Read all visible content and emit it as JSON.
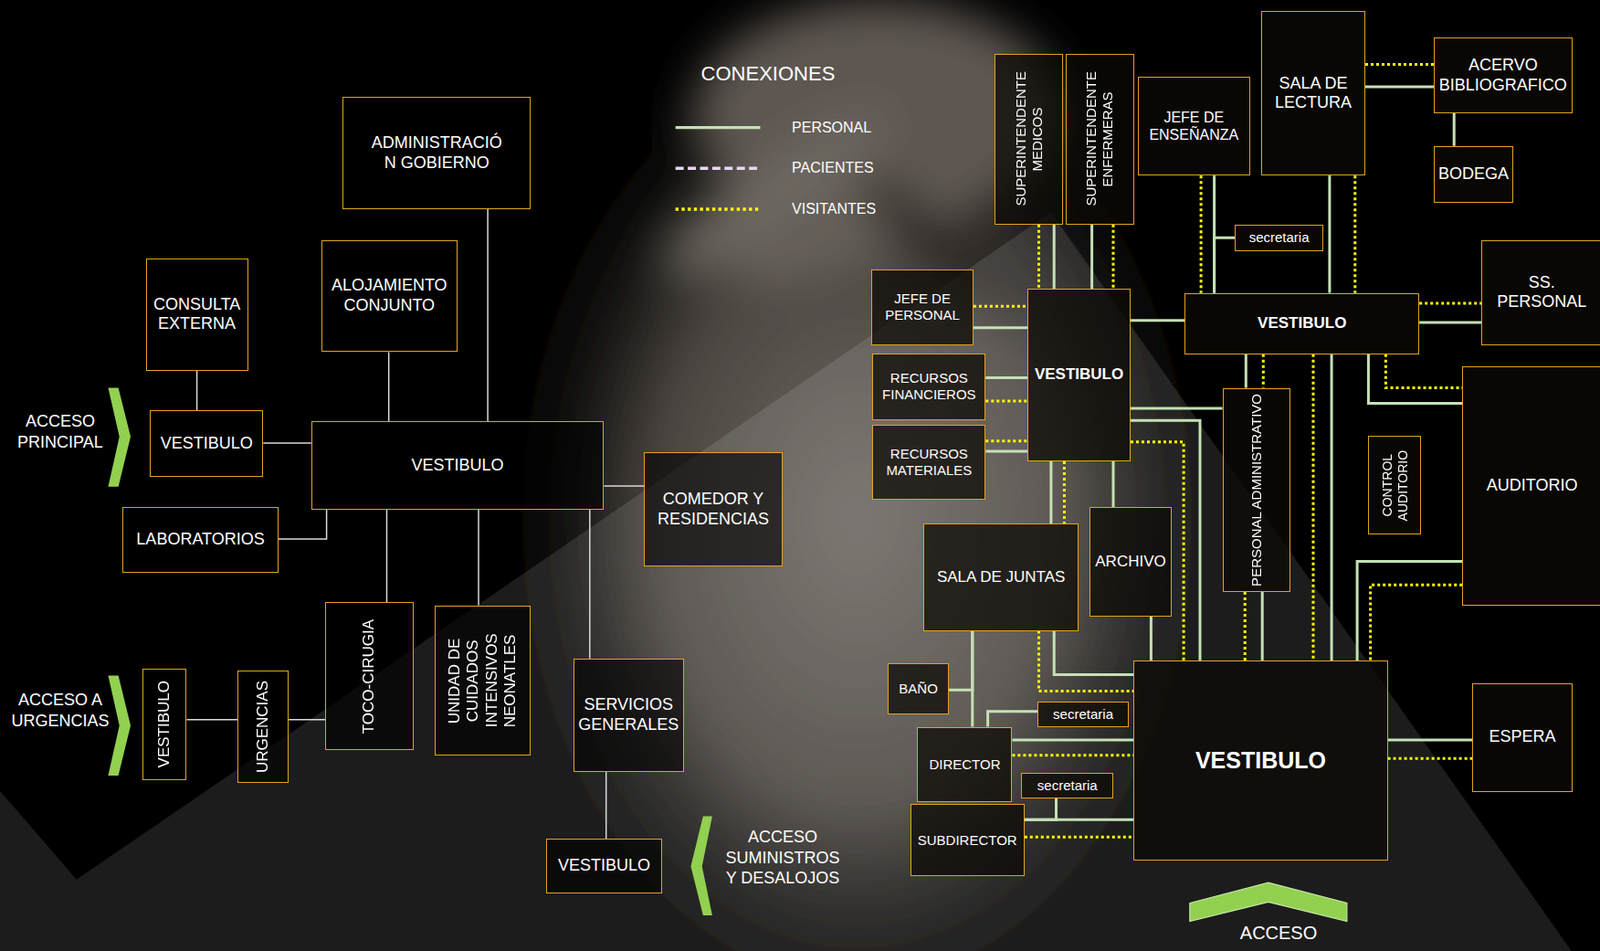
{
  "diagram": {
    "nodes": [
      {
        "text": [
          "ADMINISTRACIÓ N GOBIERNO"
        ]
      },
      {
        "text": [
          "ALOJAMIENTO CONJUNTO"
        ]
      },
      {
        "text": [
          "CONSULTA EXTERNA"
        ]
      },
      {
        "text": [
          "VESTIBULO"
        ]
      },
      {
        "text": [
          "VESTIBULO"
        ]
      },
      {
        "text": [
          "COMEDOR Y RESIDENCIAS"
        ]
      },
      {
        "text": [
          "LABORATORIOS"
        ]
      },
      {
        "text": [
          "VESTIBULO"
        ]
      },
      {
        "text": [
          "URGENCIAS"
        ]
      },
      {
        "text": [
          "TOCO-CIRUGIA"
        ]
      },
      {
        "text": [
          "UNIDAD DE CUIDADOS INTENSIVOS NEONATLES"
        ]
      },
      {
        "text": [
          "SERVICIOS GENERALES"
        ]
      },
      {
        "text": [
          "VESTIBULO"
        ]
      },
      {
        "text": [
          "SUPERINTENDENTE MEDICOS"
        ]
      },
      {
        "text": [
          "SUPERINTENDENTE ENFERMERAS"
        ]
      },
      {
        "text": [
          "JEFE DE ENSEÑANZA"
        ]
      },
      {
        "text": [
          "SALA DE LECTURA"
        ]
      },
      {
        "text": [
          "ACERVO BIBLIOGRAFICO"
        ]
      },
      {
        "text": [
          "BODEGA"
        ]
      },
      {
        "text": [
          "secretaria"
        ]
      },
      {
        "text": [
          "JEFE DE PERSONAL"
        ]
      },
      {
        "text": [
          "VESTIBULO"
        ]
      },
      {
        "text": [
          "VESTIBULO"
        ]
      },
      {
        "text": [
          "SS. PERSONAL"
        ]
      },
      {
        "text": [
          "RECURSOS FINANCIEROS"
        ]
      },
      {
        "text": [
          "RECURSOS MATERIALES"
        ]
      },
      {
        "text": [
          "PERSONAL ADMINISTRATIVO"
        ]
      },
      {
        "text": [
          "CONTROL AUDITORIO"
        ]
      },
      {
        "text": [
          "AUDITORIO"
        ]
      },
      {
        "text": [
          "SALA DE JUNTAS"
        ]
      },
      {
        "text": [
          "ARCHIVO"
        ]
      },
      {
        "text": [
          "BAÑO"
        ]
      },
      {
        "text": [
          "secretaria"
        ]
      },
      {
        "text": [
          "DIRECTOR"
        ]
      },
      {
        "text": [
          "secretaria"
        ]
      },
      {
        "text": [
          "VESTIBULO"
        ]
      },
      {
        "text": [
          "ESPERA"
        ]
      },
      {
        "text": [
          "SUBDIRECTOR"
        ]
      }
    ],
    "edges": [
      {
        "from": 2,
        "to": 3,
        "arrow": "none"
      },
      {
        "from": 3,
        "to": 4,
        "arrow": "none"
      },
      {
        "from": 1,
        "to": 4,
        "arrow": "none"
      },
      {
        "from": 0,
        "to": 4,
        "arrow": "none"
      },
      {
        "from": 4,
        "to": 5,
        "arrow": "none"
      },
      {
        "from": 4,
        "to": 6,
        "arrow": "none"
      },
      {
        "from": 4,
        "to": 9,
        "arrow": "none"
      },
      {
        "from": 4,
        "to": 10,
        "arrow": "none"
      },
      {
        "from": 4,
        "to": 11,
        "arrow": "none"
      },
      {
        "from": 11,
        "to": 12,
        "arrow": "none"
      },
      {
        "from": 7,
        "to": 8,
        "arrow": "none"
      },
      {
        "from": 8,
        "to": 9,
        "arrow": "none"
      },
      {
        "from": 13,
        "to": 21,
        "arrow": "none"
      },
      {
        "from": 13,
        "to": 21,
        "arrow": "none"
      },
      {
        "from": 14,
        "to": 21,
        "arrow": "none"
      },
      {
        "from": 14,
        "to": 21,
        "arrow": "none"
      },
      {
        "from": 15,
        "to": 22,
        "arrow": "none"
      },
      {
        "from": 15,
        "to": 22,
        "arrow": "none"
      },
      {
        "from": 19,
        "to": 22,
        "arrow": "none"
      },
      {
        "from": 16,
        "to": 22,
        "arrow": "none"
      },
      {
        "from": 16,
        "to": 22,
        "arrow": "none"
      },
      {
        "from": 16,
        "to": 17,
        "arrow": "none"
      },
      {
        "from": 16,
        "to": 17,
        "arrow": "none"
      },
      {
        "from": 17,
        "to": 18,
        "arrow": "none"
      },
      {
        "from": 20,
        "to": 21,
        "arrow": "none"
      },
      {
        "from": 20,
        "to": 21,
        "arrow": "none"
      },
      {
        "from": 21,
        "to": 22,
        "arrow": "none"
      },
      {
        "from": 22,
        "to": 23,
        "arrow": "none"
      },
      {
        "from": 22,
        "to": 23,
        "arrow": "none"
      },
      {
        "from": 24,
        "to": 21,
        "arrow": "none"
      },
      {
        "from": 24,
        "to": 21,
        "arrow": "none"
      },
      {
        "from": 25,
        "to": 21,
        "arrow": "none"
      },
      {
        "from": 25,
        "to": 21,
        "arrow": "none"
      },
      {
        "from": 21,
        "to": 26,
        "arrow": "none"
      },
      {
        "from": 21,
        "to": 35,
        "arrow": "none"
      },
      {
        "from": 21,
        "to": 35,
        "arrow": "none"
      },
      {
        "from": 22,
        "to": 26,
        "arrow": "none"
      },
      {
        "from": 22,
        "to": 26,
        "arrow": "none"
      },
      {
        "from": 22,
        "to": 28,
        "arrow": "none"
      },
      {
        "from": 22,
        "to": 28,
        "arrow": "none"
      },
      {
        "from": 22,
        "to": 35,
        "arrow": "none"
      },
      {
        "from": 22,
        "to": 35,
        "arrow": "none"
      },
      {
        "from": 26,
        "to": 35,
        "arrow": "none"
      },
      {
        "from": 26,
        "to": 35,
        "arrow": "none"
      },
      {
        "from": 28,
        "to": 35,
        "arrow": "none"
      },
      {
        "from": 28,
        "to": 35,
        "arrow": "none"
      },
      {
        "from": 21,
        "to": 30,
        "arrow": "none"
      },
      {
        "from": 21,
        "to": 29,
        "arrow": "none"
      },
      {
        "from": 21,
        "to": 29,
        "arrow": "none"
      },
      {
        "from": 30,
        "to": 35,
        "arrow": "none"
      },
      {
        "from": 29,
        "to": 35,
        "arrow": "none"
      },
      {
        "from": 29,
        "to": 35,
        "arrow": "none"
      },
      {
        "from": 29,
        "to": 33,
        "arrow": "none"
      },
      {
        "from": 31,
        "to": 29,
        "arrow": "none"
      },
      {
        "from": 33,
        "to": 32,
        "arrow": "none"
      },
      {
        "from": 33,
        "to": 35,
        "arrow": "none"
      },
      {
        "from": 33,
        "to": 35,
        "arrow": "none"
      },
      {
        "from": 37,
        "to": 34,
        "arrow": "none"
      },
      {
        "from": 37,
        "to": 35,
        "arrow": "none"
      },
      {
        "from": 37,
        "to": 35,
        "arrow": "none"
      },
      {
        "from": 35,
        "to": 36,
        "arrow": "none"
      },
      {
        "from": 35,
        "to": 36,
        "arrow": "none"
      }
    ],
    "labels": [
      "CONEXIONES",
      "ACCESO PRINCIPAL",
      "ACCESO A URGENCIAS",
      "ACCESO SUMINISTROS Y DESALOJOS",
      "ACCESO"
    ],
    "legend": [
      {
        "text": "PERSONAL"
      },
      {
        "text": "PACIENTES"
      },
      {
        "text": "VISITANTES"
      }
    ]
  }
}
